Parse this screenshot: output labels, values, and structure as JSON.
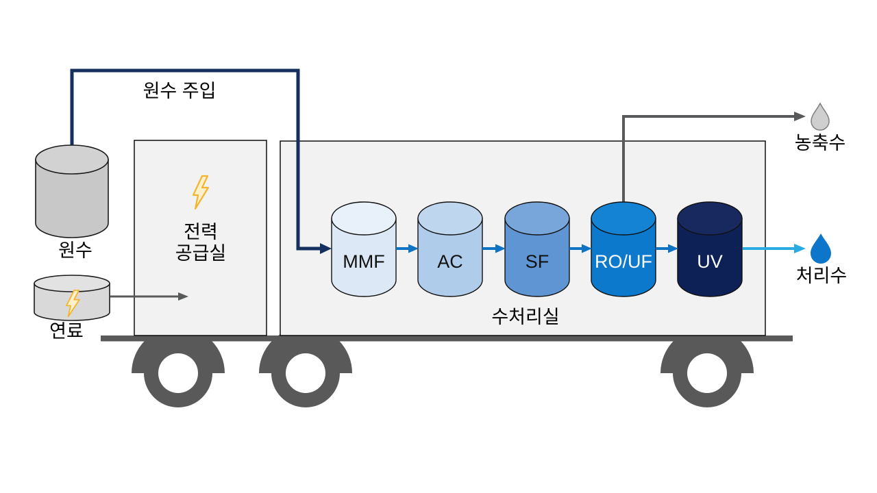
{
  "diagram": {
    "pipes": {
      "raw_water_injection_label": "원수 주입"
    },
    "source": {
      "raw_water_label": "원수",
      "fuel_label": "연료",
      "fuel_icon": "lightning-bolt"
    },
    "rooms": {
      "power": {
        "line1": "전력",
        "line2": "공급실",
        "icon": "lightning-bolt"
      },
      "treatment": {
        "label": "수처리실"
      }
    },
    "units": [
      {
        "label": "MMF",
        "body": "#dce8f6",
        "top": "#e8f0fa",
        "text_color": "#111111"
      },
      {
        "label": "AC",
        "body": "#afccea",
        "top": "#bfd6ef",
        "text_color": "#111111"
      },
      {
        "label": "SF",
        "body": "#5f95d2",
        "top": "#78a6da",
        "text_color": "#111111"
      },
      {
        "label": "RO/UF",
        "body": "#0c79cc",
        "top": "#1583d4",
        "text_color": "#ffffff"
      },
      {
        "label": "UV",
        "body": "#0e2157",
        "top": "#17295f",
        "text_color": "#ffffff"
      }
    ],
    "outputs": {
      "concentrate_label": "농축수",
      "concentrate_icon": "water-drop",
      "treated_label": "처리수",
      "treated_icon": "water-drop"
    },
    "colors": {
      "pipe_navy": "#15305f",
      "pipe_gray": "#58595b",
      "arrow_blue": "#0f73c4",
      "arrow_cyan": "#29abe2",
      "chassis_gray": "#595959",
      "room_fill": "#f2f2f2",
      "room_stroke": "#0d0d0d",
      "raw_tank_fill": "#c8c8c8",
      "raw_tank_top": "#d2d2d2",
      "fuel_tank_fill": "#d9d9d9",
      "fuel_tank_top": "#e2e2e2",
      "bolt_fill": "#fdf0cb",
      "bolt_stroke": "#f2b530",
      "concentrate_drop_fill": "#cfcfcf",
      "concentrate_drop_stroke": "#7f7f7f",
      "treated_drop_fill": "#0d76ca"
    }
  }
}
